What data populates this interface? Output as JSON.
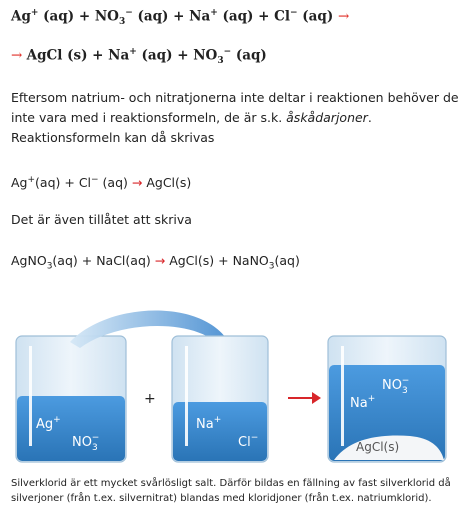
{
  "equation": {
    "line1": [
      "Ag",
      "+",
      " (aq) + NO",
      "3",
      "−",
      " (aq) + Na",
      "+",
      " (aq) + Cl",
      "−",
      " (aq) ",
      "→"
    ],
    "line2": [
      "→ ",
      "AgCl (s) + Na",
      "+",
      " (aq) + NO",
      "3",
      "−",
      " (aq)"
    ]
  },
  "paragraph": {
    "text_before": "Eftersom natrium- och nitratjonerna inte deltar i reaktionen behöver de inte vara med i reaktionsformeln, de är s.k. ",
    "emphasis": "åskådarjoner",
    "text_after": ". Reaktionsformeln kan då skrivas"
  },
  "short_formula": {
    "ag": "Ag",
    "ag_charge": "+",
    "mid": "(aq) + Cl",
    "cl_charge": "−",
    "aq2": " (aq) ",
    "arrow": "→",
    "product": " AgCl(s)"
  },
  "allowed_text": "Det är även tillåtet att skriva",
  "full_formula": {
    "a": "AgNO",
    "a_sub": "3",
    "b": "(aq) + NaCl(aq) ",
    "arrow": "→",
    "c": " AgCl(s) + NaNO",
    "c_sub": "3",
    "d": "(aq)"
  },
  "illustration": {
    "beaker1": {
      "ion1": "Ag",
      "ion1_charge": "+",
      "ion2": "NO",
      "ion2_sub": "3",
      "ion2_charge": "−"
    },
    "plus": "+",
    "beaker2": {
      "ion1": "Na",
      "ion1_charge": "+",
      "ion2": "Cl",
      "ion2_charge": "−"
    },
    "beaker3": {
      "ion1": "NO",
      "ion1_sub": "3",
      "ion1_charge": "−",
      "ion2": "Na",
      "ion2_charge": "+",
      "precipitate": "AgCl(s)"
    },
    "colors": {
      "liquid": "#3b8fd4",
      "liquid_dark": "#2a74b6",
      "glass": "#dbe9f4",
      "arrow_blue": "#3f88cf",
      "arrow_red": "#d8262a"
    }
  },
  "caption": "Silverklorid är ett mycket svårlösligt salt. Därför bildas en fällning av fast silverklorid då silverjoner (från t.ex. silvernitrat) blandas med kloridjoner (från t.ex. natriumklorid)."
}
